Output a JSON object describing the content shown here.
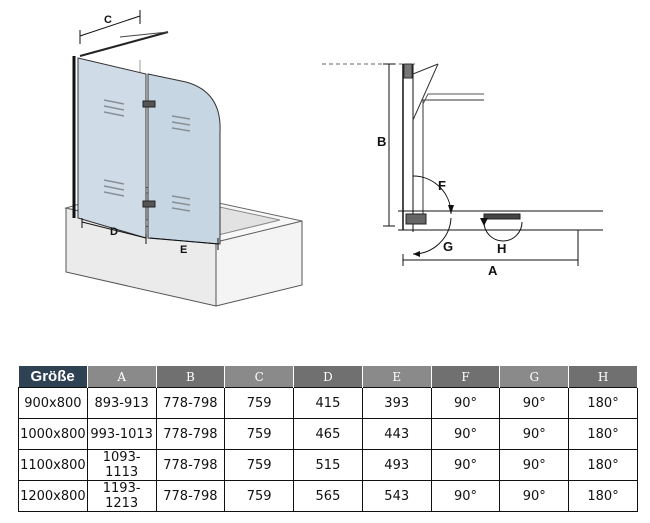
{
  "drawing": {
    "left_labels": {
      "c": "C",
      "d": "D",
      "e": "E"
    },
    "right_labels": {
      "b": "B",
      "f": "F",
      "g": "G",
      "h": "H",
      "a": "A"
    }
  },
  "table": {
    "headers": [
      "Größe",
      "A",
      "B",
      "C",
      "D",
      "E",
      "F",
      "G",
      "H"
    ],
    "rows": [
      [
        "900x800",
        "893-913",
        "778-798",
        "759",
        "415",
        "393",
        "90°",
        "90°",
        "180°"
      ],
      [
        "1000x800",
        "993-1013",
        "778-798",
        "759",
        "465",
        "443",
        "90°",
        "90°",
        "180°"
      ],
      [
        "1100x800",
        "1093-1113",
        "778-798",
        "759",
        "515",
        "493",
        "90°",
        "90°",
        "180°"
      ],
      [
        "1200x800",
        "1193-1213",
        "778-798",
        "759",
        "565",
        "543",
        "90°",
        "90°",
        "180°"
      ]
    ]
  }
}
